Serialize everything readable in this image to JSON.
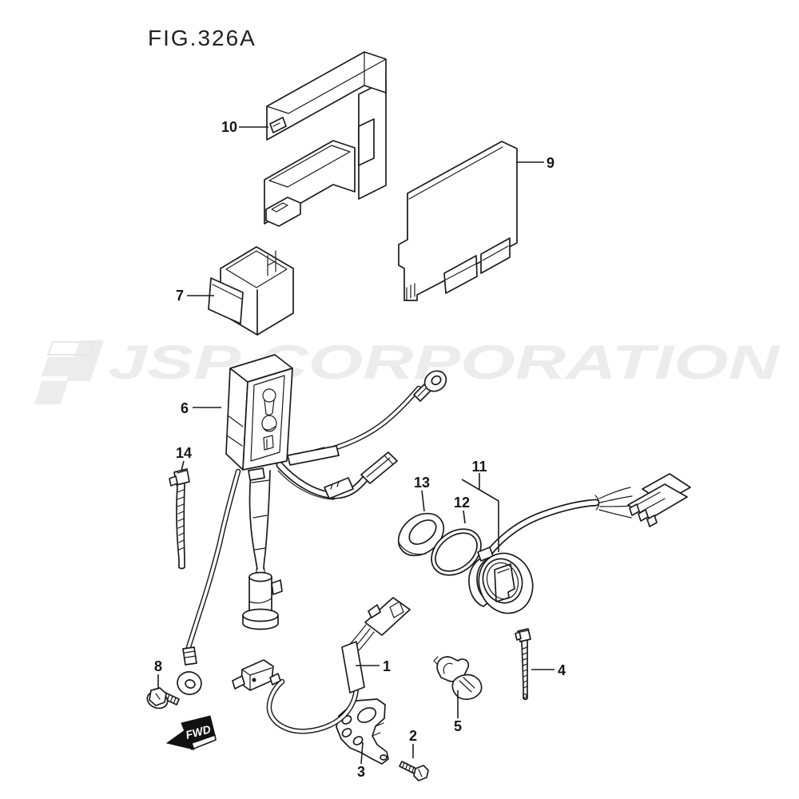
{
  "title": "FIG.326A",
  "watermark": {
    "text": "JSP CORPORATION",
    "color": "#ececec"
  },
  "fwd_arrow": {
    "label": "FWD"
  },
  "colors": {
    "line": "#1c1c1c",
    "background": "#ffffff",
    "watermark": "#ececec"
  },
  "part_labels": {
    "p1": "1",
    "p2": "2",
    "p3": "3",
    "p4": "4",
    "p5": "5",
    "p6": "6",
    "p7": "7",
    "p8": "8",
    "p9": "9",
    "p10": "10",
    "p11": "11",
    "p12": "12",
    "p13": "13",
    "p14": "14"
  }
}
